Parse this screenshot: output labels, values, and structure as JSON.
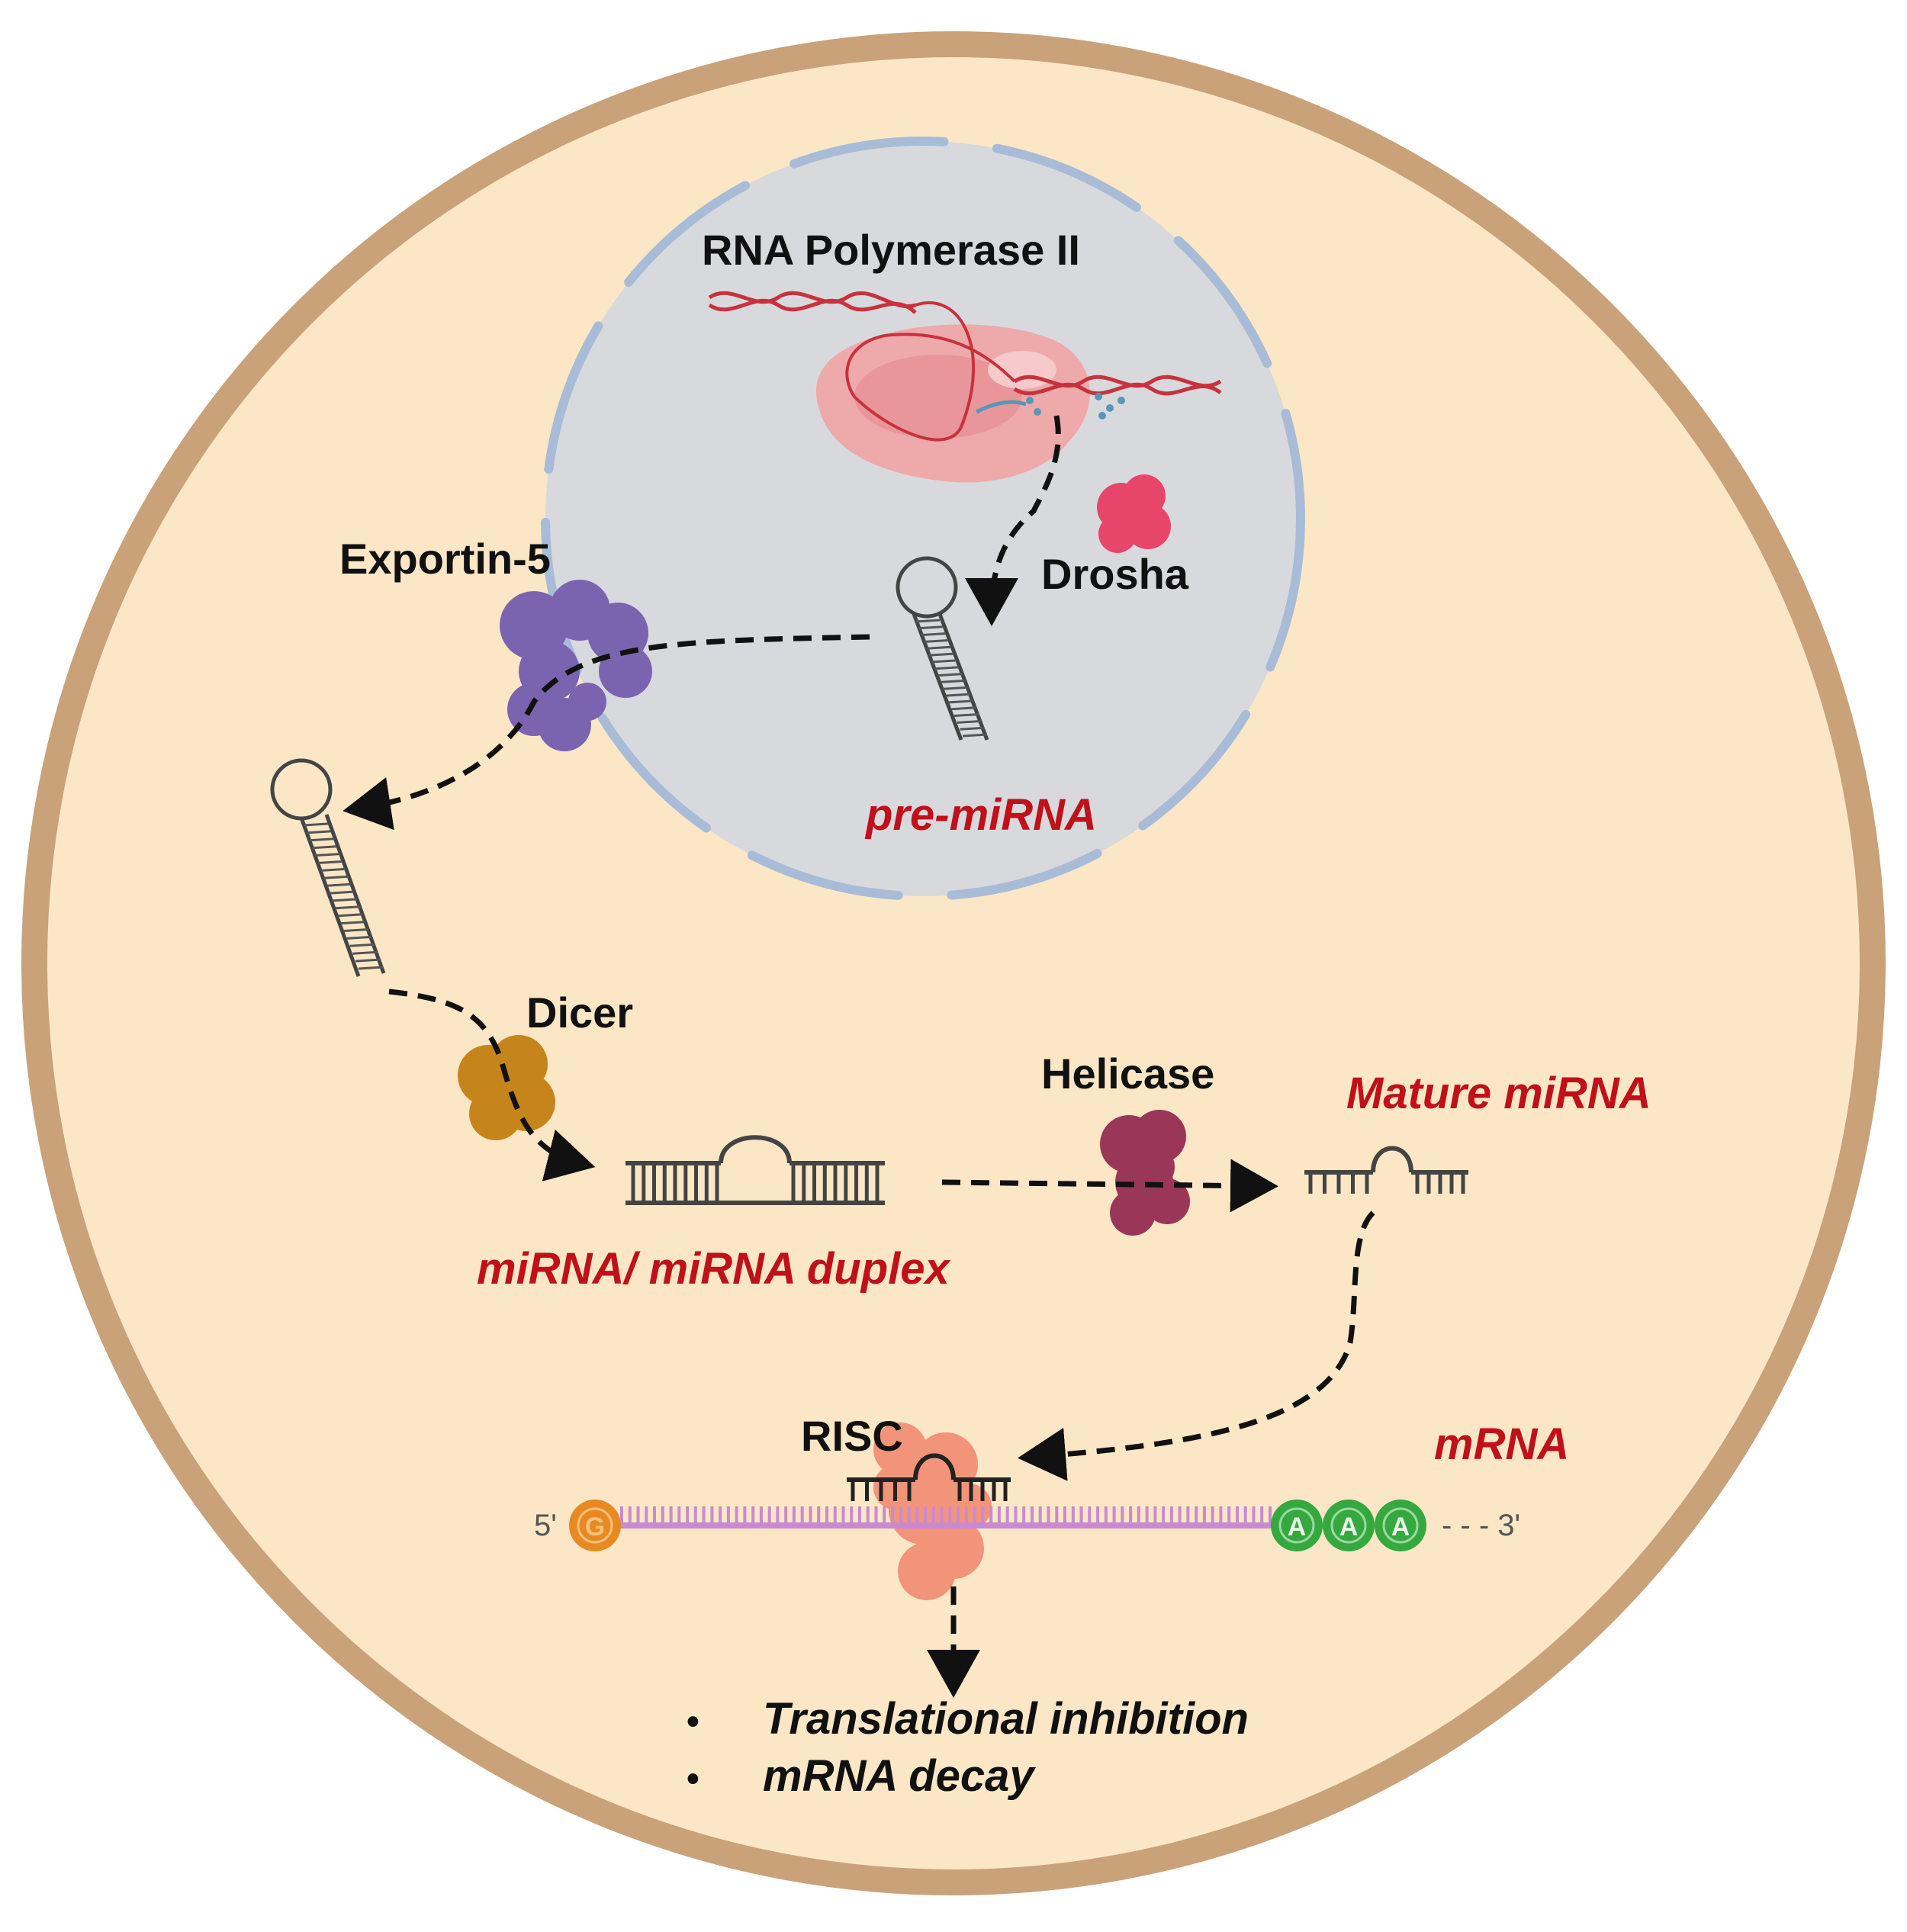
{
  "labels": {
    "rna_pol": "RNA Polymerase II",
    "exportin": "Exportin-5",
    "drosha": "Drosha",
    "pre_mirna": "pre-miRNA",
    "dicer": "Dicer",
    "helicase": "Helicase",
    "mature": "Mature miRNA",
    "duplex": "miRNA/ miRNA duplex",
    "risc": "RISC",
    "mrna": "mRNA",
    "five_prime": "5'",
    "three_prime": "- - - 3'",
    "cap": "G",
    "polya": "A"
  },
  "outcomes": [
    {
      "bullet": "•",
      "text": "Translational inhibition"
    },
    {
      "bullet": "•",
      "text": "mRNA decay"
    }
  ],
  "colors": {
    "cytoplasm": "#fbe7c6",
    "cell_border": "#c9a279",
    "nucleus": "#d8d9dd",
    "nuclear_envelope": "#a8bcd8",
    "polymerase": "#eea9ab",
    "dna_strand": "#c8323c",
    "drosha": "#e8456a",
    "exportin": "#7a64b0",
    "dicer": "#c5851a",
    "helicase": "#9a3758",
    "risc": "#f2947a",
    "mrna_backbone": "#c98ad2",
    "cap": "#e88922",
    "polya": "#35a840",
    "label_red": "#c0101a"
  }
}
